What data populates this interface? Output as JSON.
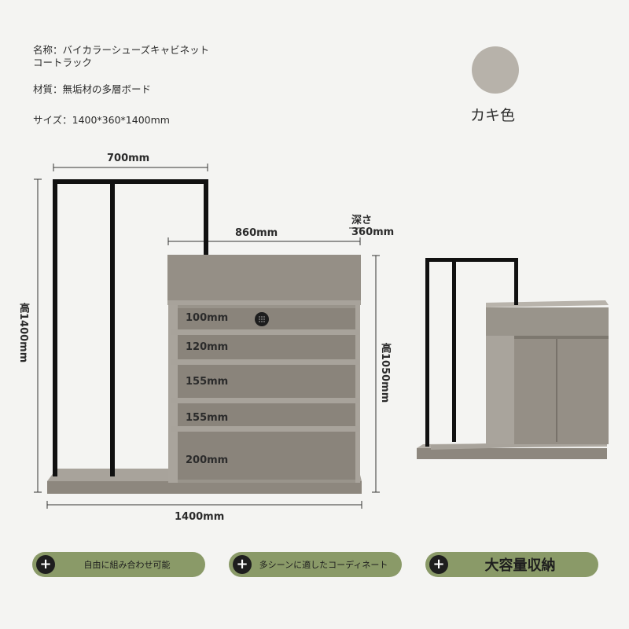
{
  "specs": {
    "name_line1": "名称：バイカラーシューズキャビネット",
    "name_line2": "コートラック",
    "material": "材質：無垢材の多層ボード",
    "size": "サイズ：1400*360*1400mm"
  },
  "swatch": {
    "color": "#b7b2aa",
    "label": "カキ色"
  },
  "dimensions": {
    "rack_width": "700mm",
    "cabinet_width": "860mm",
    "depth_label": "深さ",
    "depth_value": "360mm",
    "total_height": "高1400mm",
    "cabinet_height": "高1050mm",
    "total_width": "1400mm",
    "shelves": [
      "100mm",
      "120mm",
      "155mm",
      "155mm",
      "200mm"
    ]
  },
  "features": [
    {
      "label": "自由に組み合わせ可能"
    },
    {
      "label": "多シーンに適したコーディネート"
    },
    {
      "label": "大容量収納"
    }
  ],
  "colors": {
    "cabinet": "#958f86",
    "cabinet_light": "#a8a39b",
    "frame": "#111111",
    "pill": "#8a9a68"
  }
}
